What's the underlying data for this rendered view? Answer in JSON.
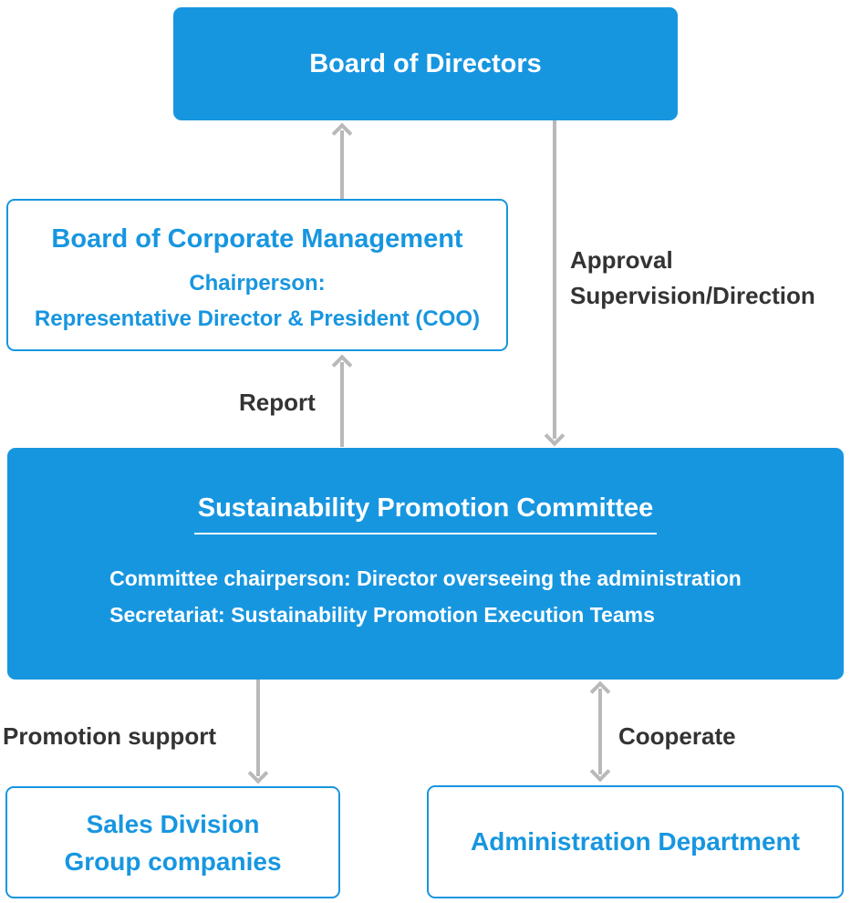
{
  "colors": {
    "primary_blue": "#1796e0",
    "arrow_gray": "#b9b9b9",
    "label_dark": "#333333"
  },
  "nodes": {
    "directors": {
      "title": "Board of Directors"
    },
    "management": {
      "title": "Board of Corporate Management",
      "chair_label": "Chairperson:",
      "chair_value": "Representative Director & President (COO)"
    },
    "committee": {
      "title": "Sustainability Promotion Committee",
      "chairperson": "Committee chairperson: Director overseeing the administration",
      "secretariat": "Secretariat: Sustainability Promotion Execution Teams"
    },
    "sales": {
      "line1": "Sales Division",
      "line2": "Group companies"
    },
    "admin": {
      "title": "Administration Department"
    }
  },
  "edge_labels": {
    "approval_line1": "Approval",
    "approval_line2": "Supervision/Direction",
    "report": "Report",
    "promotion_support": "Promotion support",
    "cooperate": "Cooperate"
  }
}
